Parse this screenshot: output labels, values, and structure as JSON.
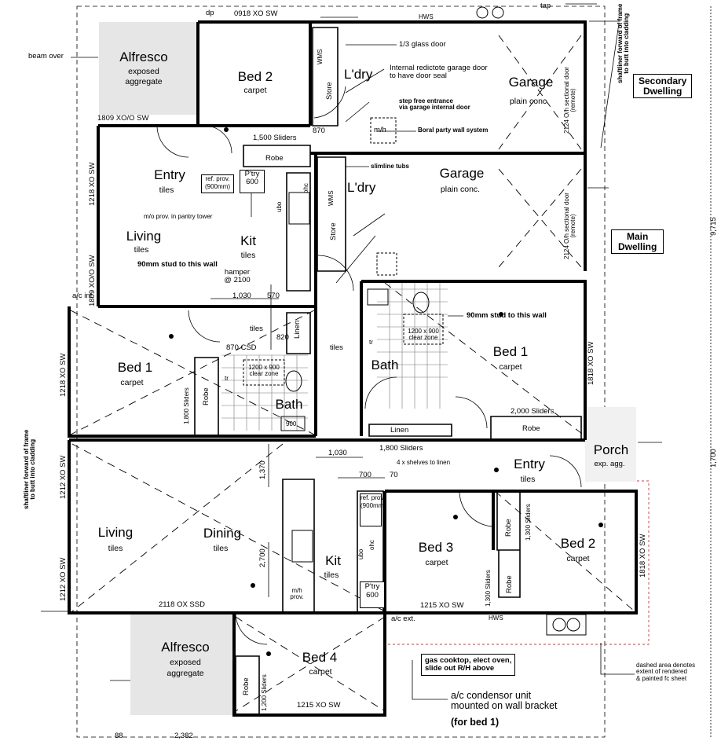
{
  "secondary": {
    "dwelling": "Secondary\nDwelling",
    "alfresco": {
      "name": "Alfresco",
      "sub1": "exposed",
      "sub2": "aggregate"
    },
    "bed2": {
      "name": "Bed 2",
      "floor": "carpet"
    },
    "entry": {
      "name": "Entry",
      "floor": "tiles"
    },
    "living": {
      "name": "Living",
      "floor": "tiles"
    },
    "kit": {
      "name": "Kit",
      "floor": "tiles"
    },
    "ldry": {
      "name": "L'dry"
    },
    "store": "Store",
    "garage": {
      "name": "Garage",
      "floor": "plain conc."
    },
    "bed1": {
      "name": "Bed 1",
      "floor": "carpet"
    },
    "bath": {
      "name": "Bath"
    },
    "robe1": "Robe",
    "robe2": "Robe",
    "linen": "Linen",
    "ptry": "P'try\n600",
    "hws": "HWS",
    "wm": "WMS",
    "ohc": "ohc",
    "ubo": "ubo",
    "refprov": "ref. prov.\n(900mm)",
    "clearzone": "1200 x 900\nclear zone",
    "tr": "tr",
    "tiles": "tiles"
  },
  "main": {
    "dwelling": "Main\nDwelling",
    "garage": {
      "name": "Garage",
      "floor": "plain conc."
    },
    "ldry": {
      "name": "L'dry"
    },
    "store": "Store",
    "bed1": {
      "name": "Bed 1",
      "floor": "carpet"
    },
    "bath": {
      "name": "Bath"
    },
    "linen": "Linen",
    "robe": "Robe",
    "entry": {
      "name": "Entry",
      "floor": "tiles"
    },
    "porch": {
      "name": "Porch",
      "floor": "exp. agg."
    },
    "living": {
      "name": "Living",
      "floor": "tiles"
    },
    "dining": {
      "name": "Dining",
      "floor": "tiles"
    },
    "kit": {
      "name": "Kit",
      "floor": "tiles"
    },
    "bed3": {
      "name": "Bed 3",
      "floor": "carpet"
    },
    "bed2": {
      "name": "Bed 2",
      "floor": "carpet"
    },
    "bed4": {
      "name": "Bed 4",
      "floor": "carpet"
    },
    "alfresco": {
      "name": "Alfresco",
      "sub1": "exposed",
      "sub2": "aggregate"
    },
    "robe3": "Robe",
    "robe4": "Robe",
    "robe5": "Robe",
    "ptry": "P'try\n600",
    "hws": "HWS",
    "wm": "WMS",
    "ohc": "ohc",
    "ubo": "ubo",
    "refprov": "ref. prov.\n(900mm)",
    "mhprov": "m/h\nprov.",
    "clearzone": "1200 x 900\nclear zone",
    "tr": "tr",
    "tiles": "tiles"
  },
  "dims": {
    "d0918": "0918 XO SW",
    "d1809a": "1809 XO/O SW",
    "d1218a": "1218 XO SW",
    "d1809b": "1809 XO/O SW",
    "d1218b": "1218 XO SW",
    "d1212a": "1212 XO SW",
    "d1212b": "1212 XO SW",
    "d2118": "2118 OX SSD",
    "d1215a": "1215 XO SW",
    "d1215b": "1215 XO SW",
    "d1818a": "1818 XO SW",
    "d1818b": "1818 XO SW",
    "d1500": "1,500 Sliders",
    "d1800a": "1,800 Sliders",
    "d1800b": "1,800 Sliders",
    "d2000": "2,000 Sliders",
    "d1300a": "1,300 Sliders",
    "d1300b": "1,300 Sliders",
    "d1200": "1,200 Sliders",
    "d2124a": "2124 O/h sectional door\n(remote)",
    "d2124b": "2124 O/h sectional door\n(remote)",
    "d870": "870",
    "d870csd": "870 CSD",
    "d820": "820",
    "d1030a": "1,030",
    "d570": "570",
    "d1030b": "1,030",
    "d700": "700",
    "d70": "70",
    "d1370": "1,370",
    "d2700": "2,700",
    "d9715": "9,715",
    "d1700": "1,700",
    "d2382": "2,382",
    "d88": "88",
    "d900": "900",
    "dp": "dp",
    "tap": "tap",
    "aircon_int": "a/c int.",
    "aircon_ext": "a/c ext."
  },
  "notes": {
    "beam_over": "beam over",
    "glass_door": "1/3 glass door",
    "internal_door": "Internal redictote garage door\nto have door seal",
    "step_free": "step free entrance\nvia garage internal door",
    "boral": "Boral party wall system",
    "slimline": "slimline tubs",
    "mh": "m/h",
    "mo_prov": "m/o prov. in pantry tower",
    "stud90a": "90mm stud to this wall",
    "stud90b": "90mm stud to this wall",
    "hamper": "hamper\n@ 2100",
    "shaftliner": "shaftliner forward of frame\nto butt into cladding",
    "shelves": "4 x shelves to linen",
    "gas": "gas cooktop, elect oven,\nslide out R/H above",
    "condensor": "a/c condensor unit\nmounted on wall bracket",
    "for_bed1": "(for bed 1)",
    "dashed": "dashed area denotes\nextent of rendered\n& painted fc sheet"
  }
}
